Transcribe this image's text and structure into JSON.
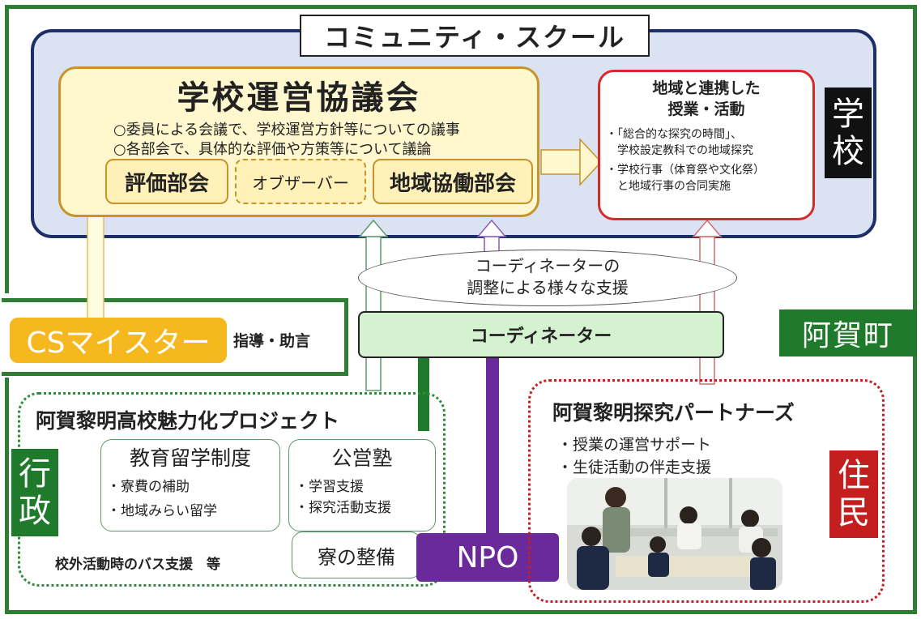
{
  "title": "コミュニティ・スクール",
  "school": {
    "label": [
      "学",
      "校"
    ],
    "council": {
      "title": "学校運営協議会",
      "lines": [
        "○委員による会議で、学校運営方針等についての議事",
        "○各部会で、具体的な評価や方策等について議論"
      ],
      "subgroups": [
        "評価部会",
        "オブザーバー",
        "地域協働部会"
      ]
    },
    "activities": {
      "title_lines": [
        "地域と連携した",
        "授業・活動"
      ],
      "lines": [
        "・「総合的な探究の時間」、",
        "　学校設定教科での地域探究",
        "・学校行事（体育祭や文化祭）",
        "　と地域行事の合同実施"
      ]
    }
  },
  "cs_meister": {
    "label": "CSマイスター",
    "role": "指導・助言"
  },
  "coordinator": {
    "support_lines": [
      "コーディネーターの",
      "調整による様々な支援"
    ],
    "label": "コーディネーター"
  },
  "town": "阿賀町",
  "administration": {
    "label": [
      "行",
      "政"
    ],
    "project_title": "阿賀黎明高校魅力化プロジェクト",
    "study_abroad": {
      "title": "教育留学制度",
      "lines": [
        "・寮費の補助",
        "・地域みらい留学"
      ]
    },
    "cram_school": {
      "title": "公営塾",
      "lines": [
        "・学習支援",
        "・探究活動支援"
      ]
    },
    "dormitory": "寮の整備",
    "bus_support": "校外活動時のバス支援　等"
  },
  "npo": "NPO",
  "residents": {
    "label": [
      "住",
      "民"
    ],
    "partners_title": "阿賀黎明探究パートナーズ",
    "lines": [
      "・授業の運営サポート",
      "・生徒活動の伴走支援"
    ]
  },
  "colors": {
    "town_green": "#1f7a2c",
    "school_navy": "#1c2f66",
    "panel_blue": "#dbe3f2",
    "council_yellow": "#fff8cf",
    "council_border": "#c9932b",
    "activity_red": "#d42a2a",
    "resident_red": "#c41e1e",
    "meister_orange": "#f5b81e",
    "coordinator_green": "#d4f2cf",
    "npo_purple": "#6a2a99"
  }
}
